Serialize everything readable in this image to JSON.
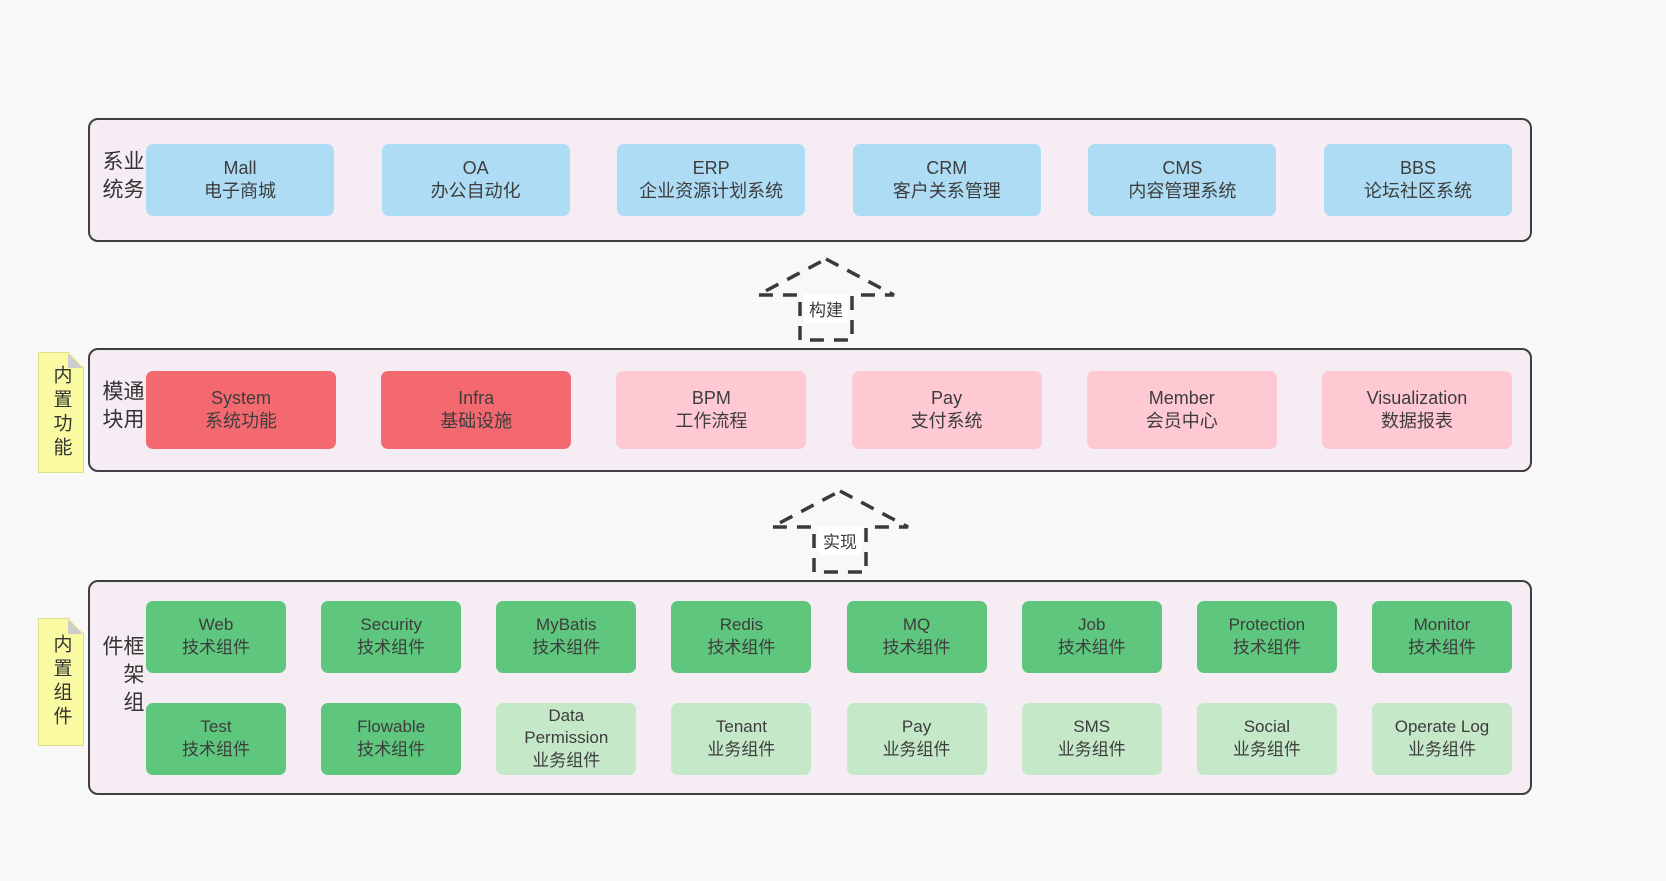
{
  "diagram": {
    "colors": {
      "canvas_bg": "#f8f8f8",
      "layer_bg": "#f6ecf4",
      "layer_border": "#3f3f3f",
      "blue_box": "#aedcf5",
      "red_box": "#f4696f",
      "pink_box": "#fec9d2",
      "green_box": "#5fc67d",
      "green_light_box": "#c5e8c8",
      "sticky_bg": "#fafaa2",
      "sticky_fold": "#cccccc",
      "text": "#3d3d3d"
    },
    "arrows": [
      {
        "label": "构建"
      },
      {
        "label": "实现"
      }
    ],
    "stickies": [
      {
        "label": "内置功能"
      },
      {
        "label": "内置组件"
      }
    ],
    "layers": [
      {
        "label": "业务系统",
        "rows": [
          {
            "boxes": [
              {
                "title": "Mall",
                "subtitle": "电子商城",
                "variant": "blue"
              },
              {
                "title": "OA",
                "subtitle": "办公自动化",
                "variant": "blue"
              },
              {
                "title": "ERP",
                "subtitle": "企业资源计划系统",
                "variant": "blue"
              },
              {
                "title": "CRM",
                "subtitle": "客户关系管理",
                "variant": "blue"
              },
              {
                "title": "CMS",
                "subtitle": "内容管理系统",
                "variant": "blue"
              },
              {
                "title": "BBS",
                "subtitle": "论坛社区系统",
                "variant": "blue"
              }
            ]
          }
        ]
      },
      {
        "label": "通用模块",
        "rows": [
          {
            "boxes": [
              {
                "title": "System",
                "subtitle": "系统功能",
                "variant": "red"
              },
              {
                "title": "Infra",
                "subtitle": "基础设施",
                "variant": "red"
              },
              {
                "title": "BPM",
                "subtitle": "工作流程",
                "variant": "pink"
              },
              {
                "title": "Pay",
                "subtitle": "支付系统",
                "variant": "pink"
              },
              {
                "title": "Member",
                "subtitle": "会员中心",
                "variant": "pink"
              },
              {
                "title": "Visualization",
                "subtitle": "数据报表",
                "variant": "pink"
              }
            ]
          }
        ]
      },
      {
        "label": "框架组件",
        "rows": [
          {
            "boxes": [
              {
                "title": "Web",
                "subtitle": "技术组件",
                "variant": "green"
              },
              {
                "title": "Security",
                "subtitle": "技术组件",
                "variant": "green"
              },
              {
                "title": "MyBatis",
                "subtitle": "技术组件",
                "variant": "green"
              },
              {
                "title": "Redis",
                "subtitle": "技术组件",
                "variant": "green"
              },
              {
                "title": "MQ",
                "subtitle": "技术组件",
                "variant": "green"
              },
              {
                "title": "Job",
                "subtitle": "技术组件",
                "variant": "green"
              },
              {
                "title": "Protection",
                "subtitle": "技术组件",
                "variant": "green"
              },
              {
                "title": "Monitor",
                "subtitle": "技术组件",
                "variant": "green"
              }
            ]
          },
          {
            "boxes": [
              {
                "title": "Test",
                "subtitle": "技术组件",
                "variant": "green"
              },
              {
                "title": "Flowable",
                "subtitle": "技术组件",
                "variant": "green"
              },
              {
                "title": "Data Permission",
                "subtitle": "业务组件",
                "variant": "green-light"
              },
              {
                "title": "Tenant",
                "subtitle": "业务组件",
                "variant": "green-light"
              },
              {
                "title": "Pay",
                "subtitle": "业务组件",
                "variant": "green-light"
              },
              {
                "title": "SMS",
                "subtitle": "业务组件",
                "variant": "green-light"
              },
              {
                "title": "Social",
                "subtitle": "业务组件",
                "variant": "green-light"
              },
              {
                "title": "Operate Log",
                "subtitle": "业务组件",
                "variant": "green-light"
              }
            ]
          }
        ]
      }
    ]
  }
}
